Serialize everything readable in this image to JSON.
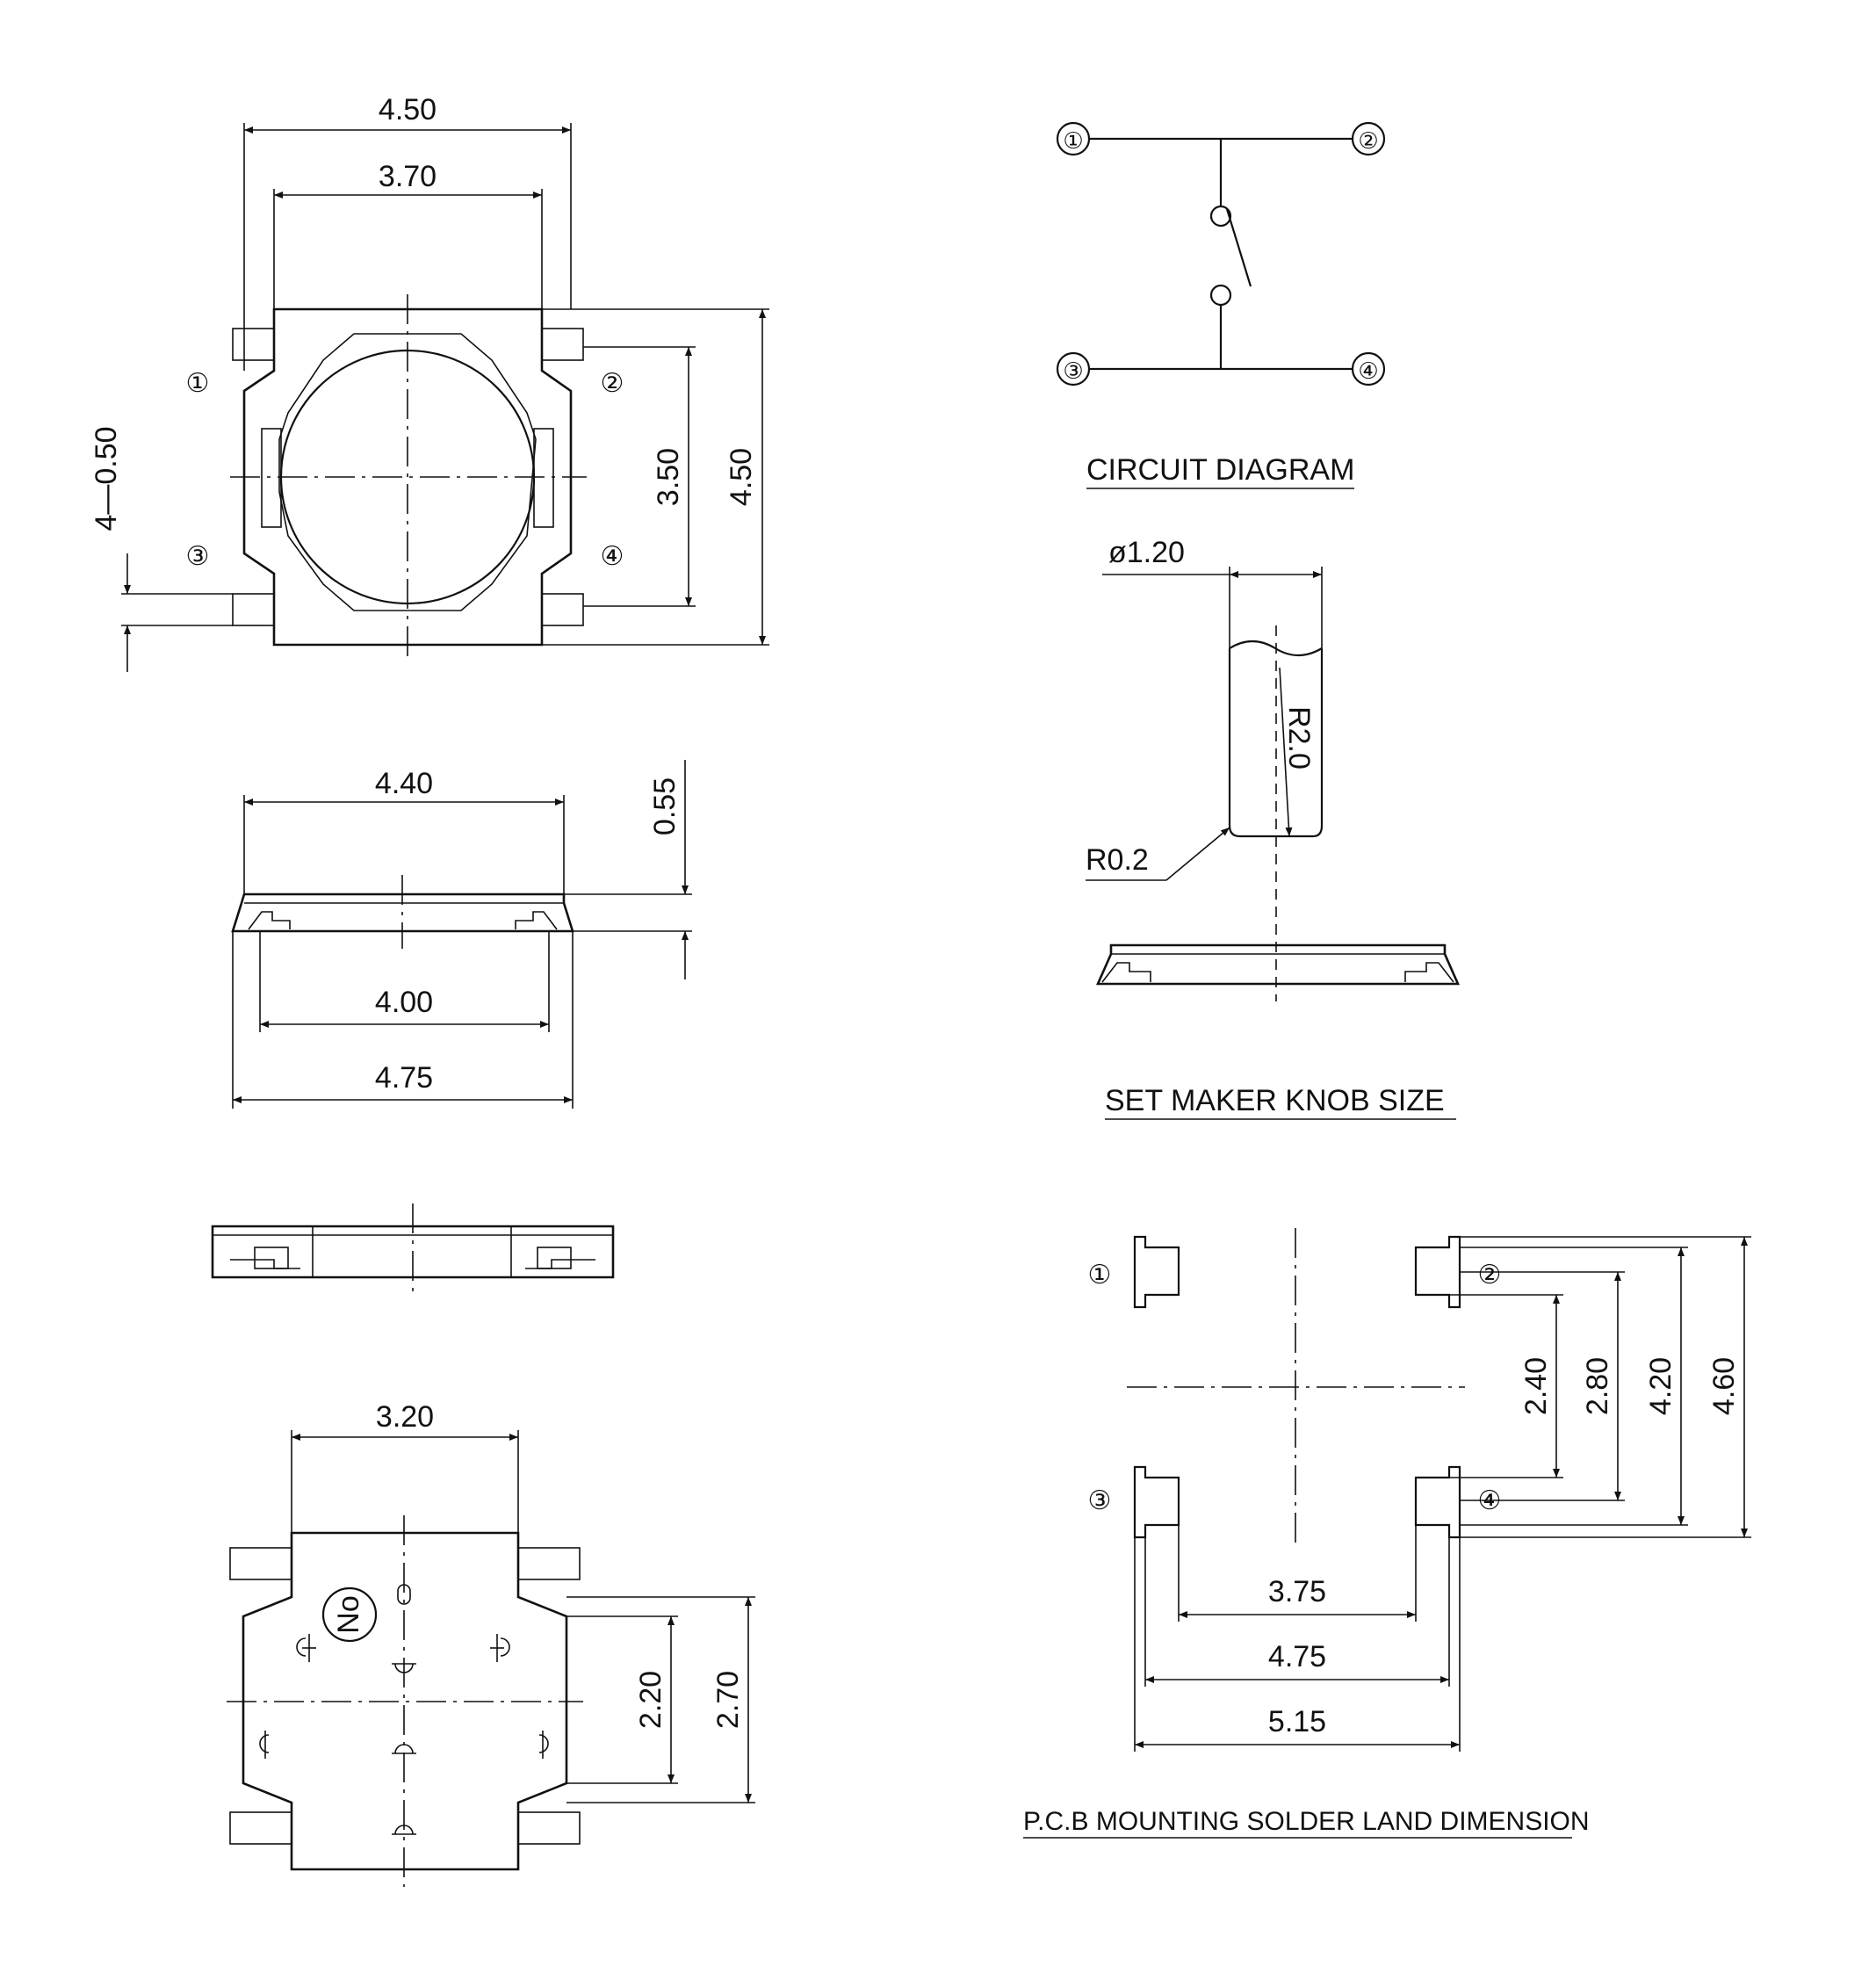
{
  "top_view": {
    "width_outer": "4.50",
    "width_inner": "3.70",
    "height_pins": "3.50",
    "height_outer": "4.50",
    "pin_width": "4—0.50",
    "pins": [
      "①",
      "②",
      "③",
      "④"
    ]
  },
  "side_view": {
    "width_top": "4.40",
    "height": "0.55",
    "width_inner": "4.00",
    "width_outer": "4.75"
  },
  "bottom_view": {
    "width": "3.20",
    "height_inner": "2.20",
    "height_outer": "2.70",
    "marking": "No"
  },
  "circuit": {
    "title": "CIRCUIT DIAGRAM",
    "pins": [
      "①",
      "②",
      "③",
      "④"
    ]
  },
  "knob": {
    "title": "SET MAKER KNOB SIZE",
    "diameter": "ø1.20",
    "radius_top": "R2.0",
    "radius_edge": "R0.2"
  },
  "pcb": {
    "title": "P.C.B MOUNTING SOLDER LAND DIMENSION",
    "pins": [
      "①",
      "②",
      "③",
      "④"
    ],
    "d_240": "2.40",
    "d_280": "2.80",
    "d_420": "4.20",
    "d_460": "4.60",
    "d_375": "3.75",
    "d_475": "4.75",
    "d_515": "5.15"
  }
}
